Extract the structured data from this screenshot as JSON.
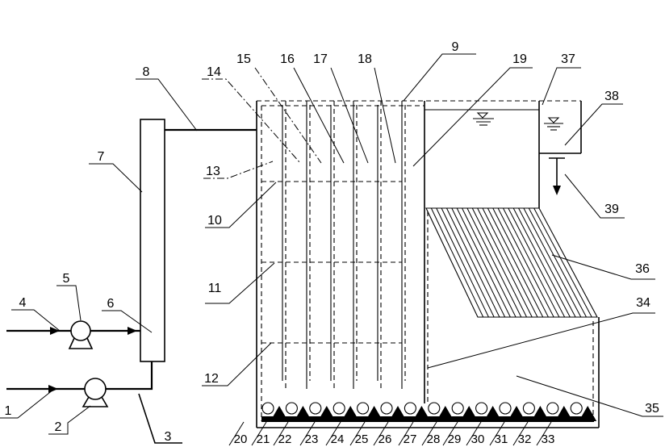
{
  "labels": [
    "1",
    "2",
    "3",
    "4",
    "5",
    "6",
    "7",
    "8",
    "9",
    "10",
    "11",
    "12",
    "13",
    "14",
    "15",
    "16",
    "17",
    "18",
    "19",
    "20",
    "21",
    "22",
    "23",
    "24",
    "25",
    "26",
    "27",
    "28",
    "29",
    "30",
    "31",
    "32",
    "33",
    "34",
    "35",
    "36",
    "37",
    "38",
    "39"
  ],
  "colors": {
    "ink": "#000000",
    "paper": "#ffffff"
  }
}
